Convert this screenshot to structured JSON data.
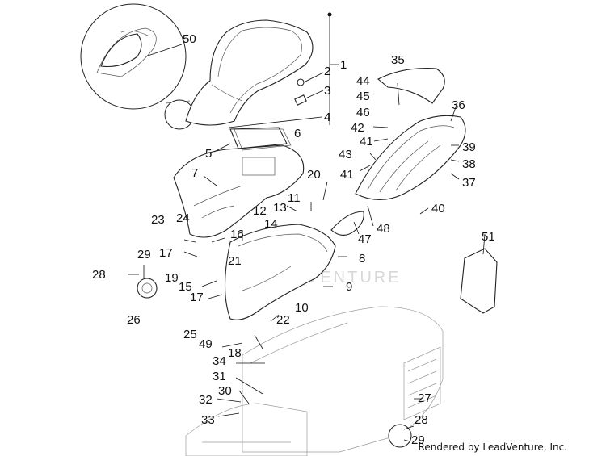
{
  "diagram": {
    "callouts": [
      "1",
      "2",
      "3",
      "4",
      "5",
      "6",
      "7",
      "8",
      "9",
      "10",
      "11",
      "12",
      "13",
      "14",
      "15",
      "16",
      "17",
      "17b",
      "18",
      "19",
      "20",
      "21",
      "22",
      "23",
      "24",
      "25",
      "26",
      "27",
      "28",
      "28b",
      "29",
      "29b",
      "30",
      "31",
      "32",
      "33",
      "34",
      "35",
      "36",
      "37",
      "38",
      "39",
      "40",
      "41",
      "41b",
      "42",
      "43",
      "44",
      "45",
      "46",
      "47",
      "48",
      "49",
      "50",
      "51"
    ],
    "labels": {
      "c1": "1",
      "c2": "2",
      "c3": "3",
      "c4": "4",
      "c5": "5",
      "c6": "6",
      "c7": "7",
      "c8": "8",
      "c9": "9",
      "c10": "10",
      "c11": "11",
      "c12": "12",
      "c13": "13",
      "c14": "14",
      "c15": "15",
      "c16": "16",
      "c17": "17",
      "c17b": "17",
      "c18": "18",
      "c19": "19",
      "c20": "20",
      "c21": "21",
      "c22": "22",
      "c23": "23",
      "c24": "24",
      "c25": "25",
      "c26": "26",
      "c27": "27",
      "c28": "28",
      "c28b": "28",
      "c29": "29",
      "c29b": "29",
      "c30": "30",
      "c31": "31",
      "c32": "32",
      "c33": "33",
      "c34": "34",
      "c35": "35",
      "c36": "36",
      "c37": "37",
      "c38": "38",
      "c39": "39",
      "c40": "40",
      "c41": "41",
      "c41b": "41",
      "c42": "42",
      "c43": "43",
      "c44": "44",
      "c45": "45",
      "c46": "46",
      "c47": "47",
      "c48": "48",
      "c49": "49",
      "c50": "50",
      "c51": "51"
    },
    "watermark": "VENTURE",
    "credit": "Rendered by LeadVenture, Inc."
  }
}
